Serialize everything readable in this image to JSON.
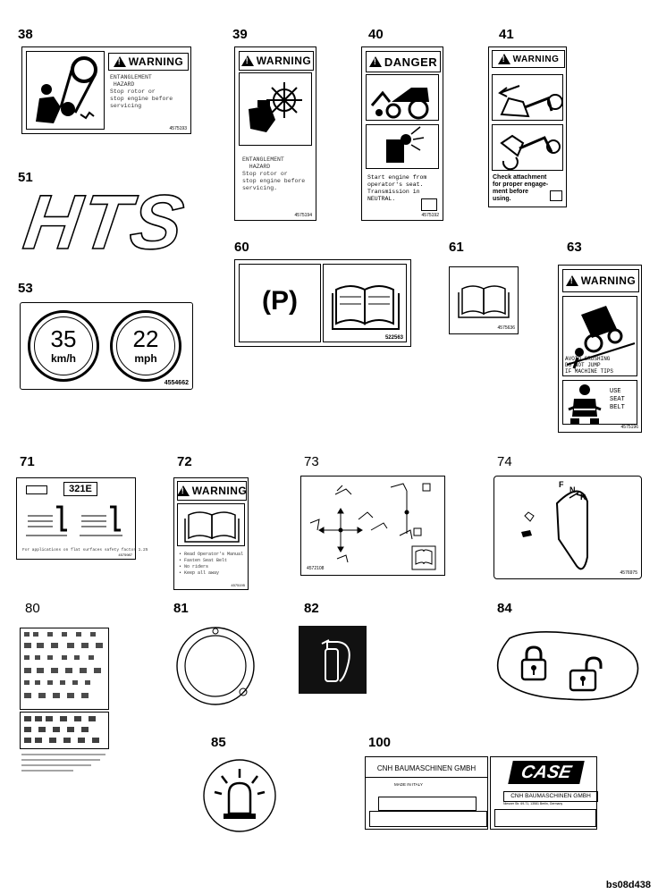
{
  "labels": {
    "n38": "38",
    "n39": "39",
    "n40": "40",
    "n41": "41",
    "n51": "51",
    "n53": "53",
    "n60": "60",
    "n61": "61",
    "n63": "63",
    "n71": "71",
    "n72": "72",
    "n73": "73",
    "n74": "74",
    "n80": "80",
    "n81": "81",
    "n82": "82",
    "n84": "84",
    "n85": "85",
    "n100": "100"
  },
  "decal38": {
    "signal": "WARNING",
    "text": "ENTANGLEMENT\n HAZARD\nStop rotor or\nstop engine before\nservicing",
    "code": "4575193"
  },
  "decal39": {
    "signal": "WARNING",
    "text": "ENTANGLEMENT\n  HAZARD\nStop rotor or\nstop engine before\nservicing.",
    "code": "4575194"
  },
  "decal40": {
    "signal": "DANGER",
    "text": "Start engine from\noperator's seat.\nTransmission in\nNEUTRAL.",
    "code": "4575192"
  },
  "decal41": {
    "signal": "WARNING",
    "text": "Check attachment\nfor proper engage-\nment before\nusing."
  },
  "decal51": {
    "text": "HTS"
  },
  "decal53": {
    "speed1": "35",
    "unit1": "km/h",
    "speed2": "22",
    "unit2": "mph",
    "code": "4554662"
  },
  "decal60": {
    "symbol": "(P)",
    "code": "522563"
  },
  "decal61": {
    "code": "4575636"
  },
  "decal63": {
    "signal": "WARNING",
    "text1": "AVOID CRUSHING\nDO NOT JUMP\nIF MACHINE TIPS",
    "text2": "USE\nSEAT\nBELT",
    "code": "4575196"
  },
  "decal71": {
    "model": "321E",
    "footer": "For applications on flat surfaces safety factor 1.25",
    "code": "4575987"
  },
  "decal72": {
    "signal": "WARNING",
    "text": "• Read Operator's Manual\n• Fasten Seat Belt\n• No riders\n• Keep all away",
    "code": "4575195"
  },
  "decal73": {
    "code": "4572108"
  },
  "decal74": {
    "f": "F",
    "n": "N",
    "r": "R",
    "code": "4576975"
  },
  "decal100": {
    "maker1": "CNH BAUMASCHINEN GMBH",
    "made": "MADE IN ITALY",
    "brand": "CASE",
    "maker2": "CNH BAUMASCHINEN GMBH",
    "address": "Niesner Str. 69-71, 13581 Berlin, Germany"
  },
  "drawing_id": "bs08d438"
}
